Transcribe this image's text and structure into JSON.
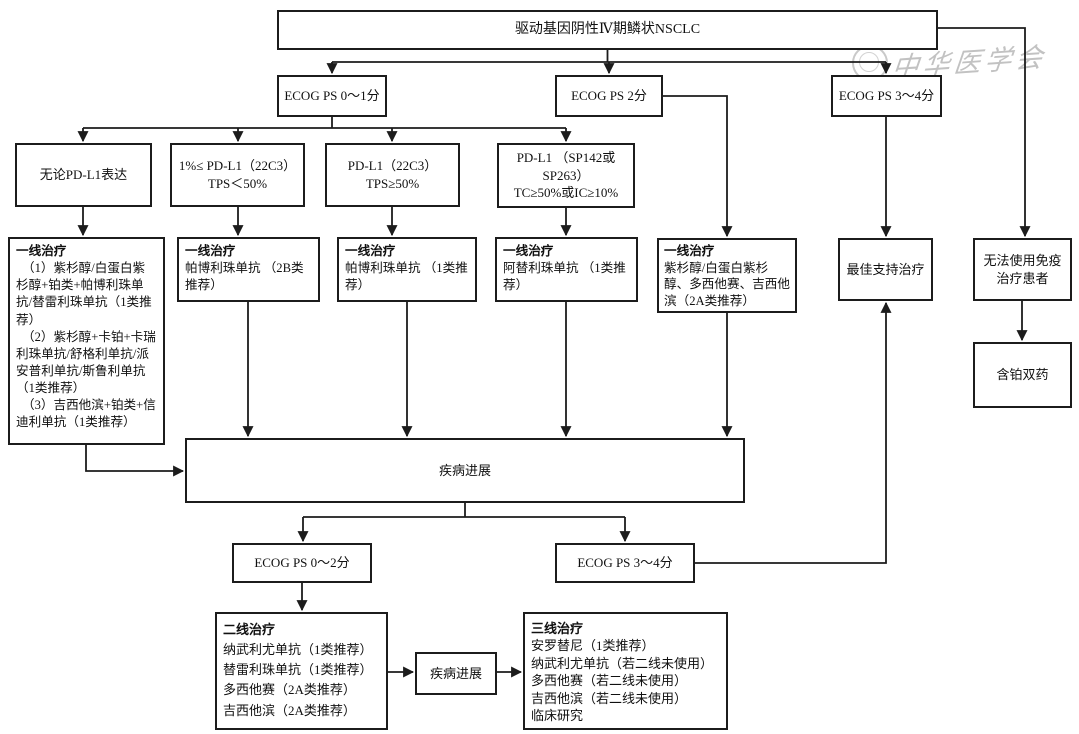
{
  "nodes": {
    "root": {
      "lines": [
        "驱动基因阴性Ⅳ期鳞状NSCLC"
      ]
    },
    "ecog01": {
      "lines": [
        "ECOG PS 0～1分"
      ]
    },
    "ecog2": {
      "lines": [
        "ECOG PS 2分"
      ]
    },
    "ecog34": {
      "lines": [
        "ECOG PS 3～4分"
      ]
    },
    "pd1": {
      "lines": [
        "无论PD-L1表达"
      ]
    },
    "pd2": {
      "lines": [
        "1%≤ PD-L1（22C3）",
        "TPS＜50%"
      ]
    },
    "pd3": {
      "lines": [
        "PD-L1（22C3）",
        "TPS≥50%"
      ]
    },
    "pd4": {
      "lines": [
        "PD-L1 （SP142或",
        "SP263）",
        "TC≥50%或IC≥10%"
      ]
    },
    "fl1": {
      "title": "一线治疗",
      "lines": [
        "（1）紫杉醇/白蛋白紫杉醇+铂类+帕博利珠单抗/替雷利珠单抗（1类推荐）",
        "（2）紫杉醇+卡铂+卡瑞利珠单抗/舒格利单抗/派安普利单抗/斯鲁利单抗（1类推荐）",
        "（3）吉西他滨+铂类+信迪利单抗（1类推荐）"
      ]
    },
    "fl2": {
      "title": "一线治疗",
      "lines": [
        "帕博利珠单抗 （2B类推荐）"
      ]
    },
    "fl3": {
      "title": "一线治疗",
      "lines": [
        "帕博利珠单抗 （1类推荐）"
      ]
    },
    "fl4": {
      "title": "一线治疗",
      "lines": [
        "阿替利珠单抗 （1类推荐）"
      ]
    },
    "fl5": {
      "title": "一线治疗",
      "lines": [
        "紫杉醇/白蛋白紫杉醇、多西他赛、吉西他滨（2A类推荐）"
      ]
    },
    "bsc": {
      "lines": [
        "最佳支持治疗"
      ]
    },
    "noimm": {
      "lines": [
        "无法使用免疫",
        "治疗患者"
      ]
    },
    "plat": {
      "lines": [
        "含铂双药"
      ]
    },
    "prog1": {
      "lines": [
        "疾病进展"
      ]
    },
    "ecog02b": {
      "lines": [
        "ECOG PS 0～2分"
      ]
    },
    "ecog34b": {
      "lines": [
        "ECOG PS 3～4分"
      ]
    },
    "sl": {
      "title": "二线治疗",
      "lines": [
        "纳武利尤单抗（1类推荐）",
        "替雷利珠单抗（1类推荐）",
        "多西他赛（2A类推荐）",
        "吉西他滨（2A类推荐）"
      ]
    },
    "prog2": {
      "lines": [
        "疾病进展"
      ]
    },
    "tl": {
      "title": "三线治疗",
      "lines": [
        "安罗替尼（1类推荐）",
        "纳武利尤单抗（若二线未使用）",
        "多西他赛（若二线未使用）",
        "吉西他滨（若二线未使用）",
        "临床研究"
      ]
    }
  },
  "watermark": {
    "text": "中华医学会"
  },
  "colors": {
    "line": "#1c1c1c",
    "box_border": "#1c1c1c",
    "text": "#101010",
    "background": "#ffffff",
    "watermark": "#c2c2c2"
  }
}
